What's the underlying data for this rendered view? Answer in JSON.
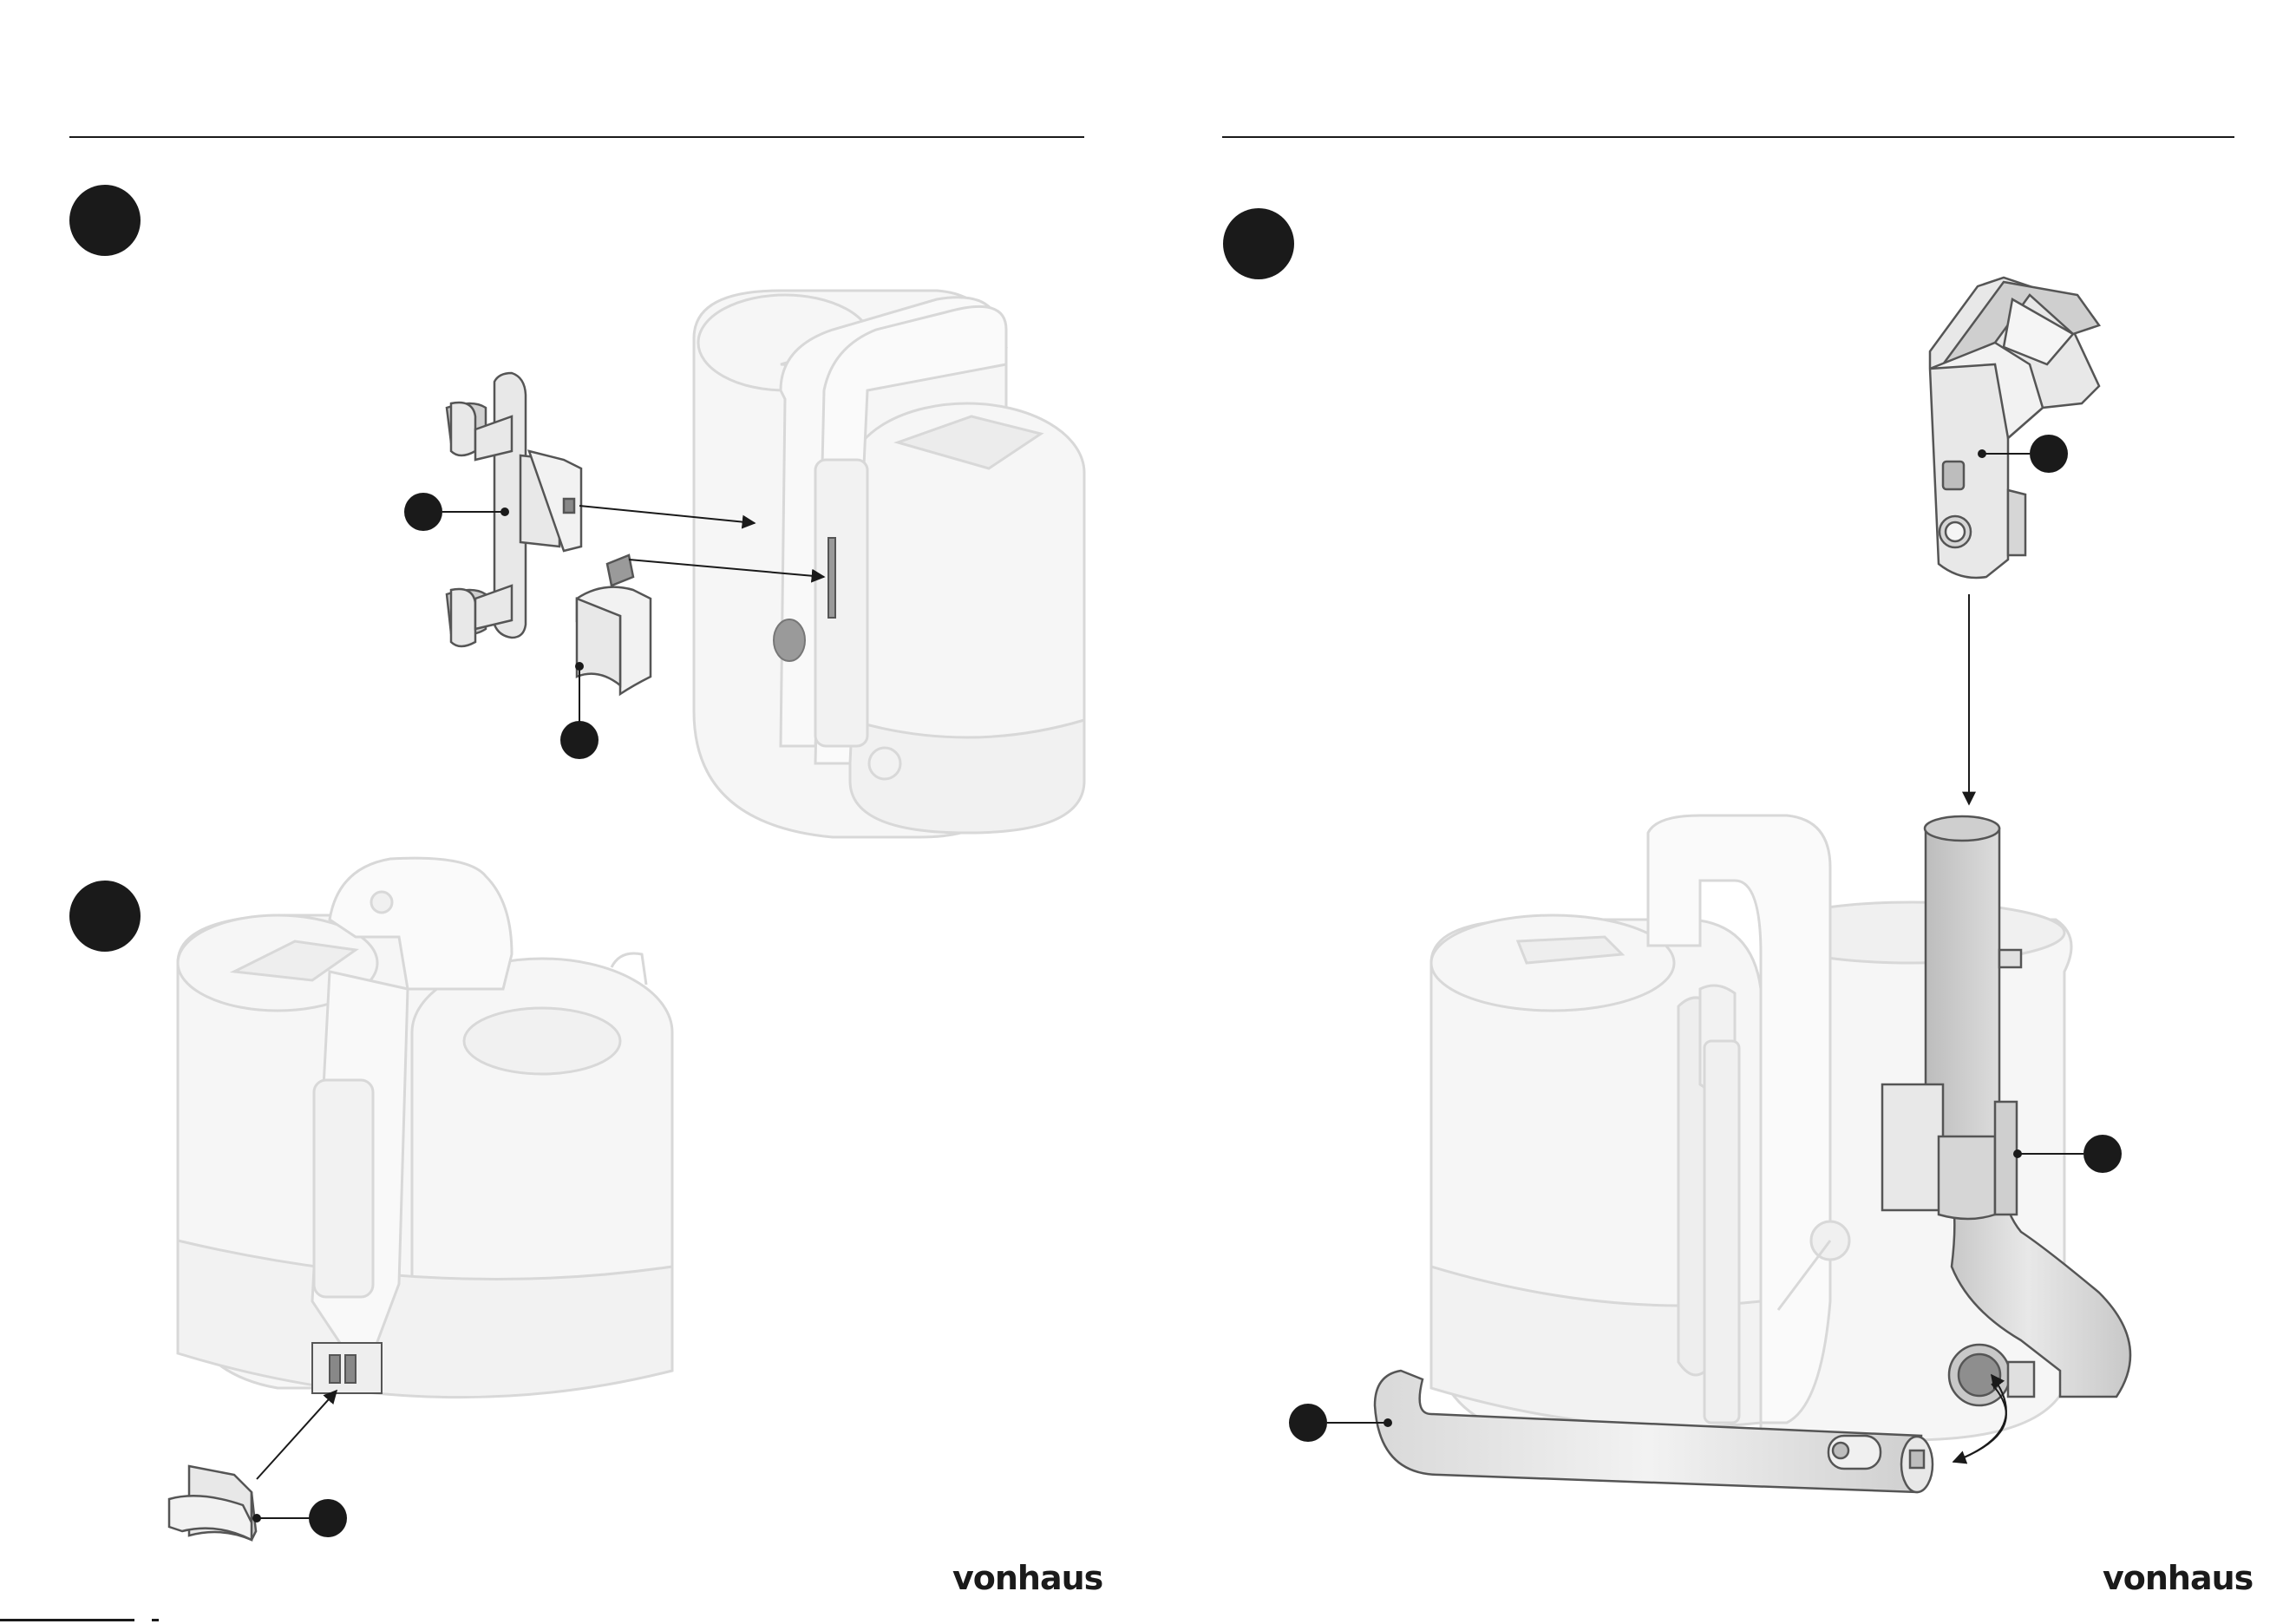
{
  "brand": {
    "left_page_logo": "vonhaus",
    "right_page_logo": "vonhaus"
  },
  "colors": {
    "ink": "#1a1a1a",
    "body_fill": "#f5f5f5",
    "outline": "#d6d6d6",
    "part_fill": "#e6e6e6",
    "part_dark": "#bdbdbd"
  },
  "icons": {
    "step_marker": "filled-circle",
    "callout_marker": "filled-circle"
  }
}
